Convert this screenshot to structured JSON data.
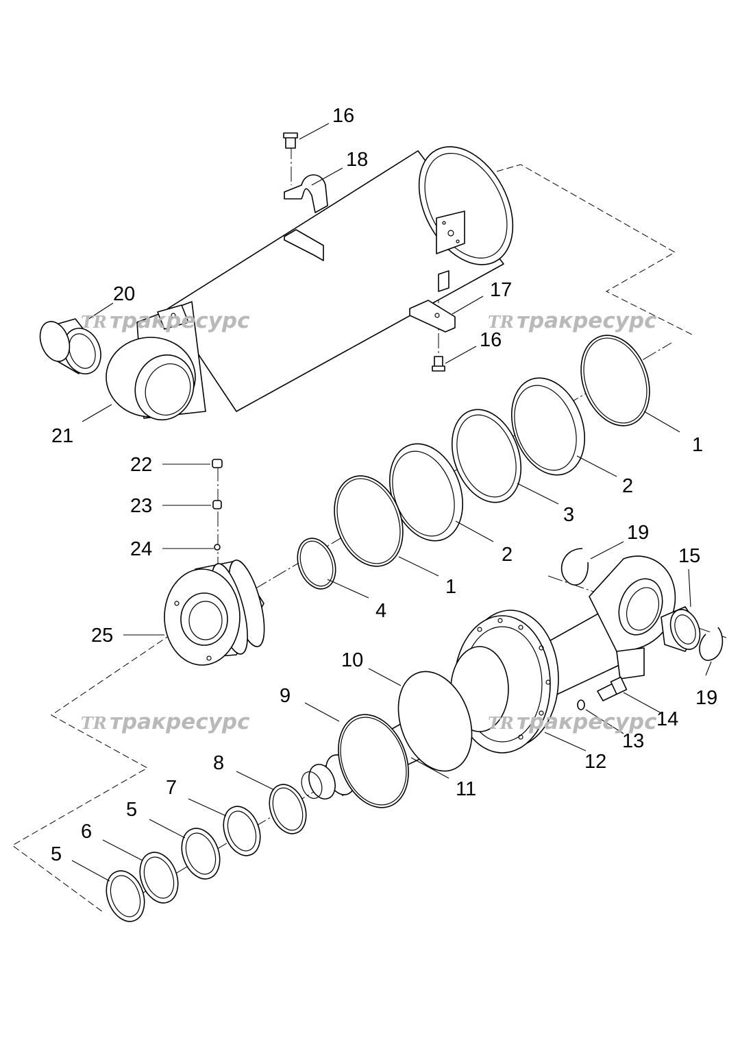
{
  "watermark": {
    "logo": "TR",
    "text": "тракресурс",
    "color": "#b9b9b9"
  },
  "callouts": {
    "c1a": "1",
    "c1b": "1",
    "c2a": "2",
    "c2b": "2",
    "c3": "3",
    "c4": "4",
    "c5a": "5",
    "c5b": "5",
    "c6": "6",
    "c7": "7",
    "c8": "8",
    "c9": "9",
    "c10": "10",
    "c11": "11",
    "c12": "12",
    "c13": "13",
    "c14": "14",
    "c15": "15",
    "c16a": "16",
    "c16b": "16",
    "c17": "17",
    "c18": "18",
    "c19a": "19",
    "c19b": "19",
    "c20": "20",
    "c21": "21",
    "c22": "22",
    "c23": "23",
    "c24": "24",
    "c25": "25"
  }
}
